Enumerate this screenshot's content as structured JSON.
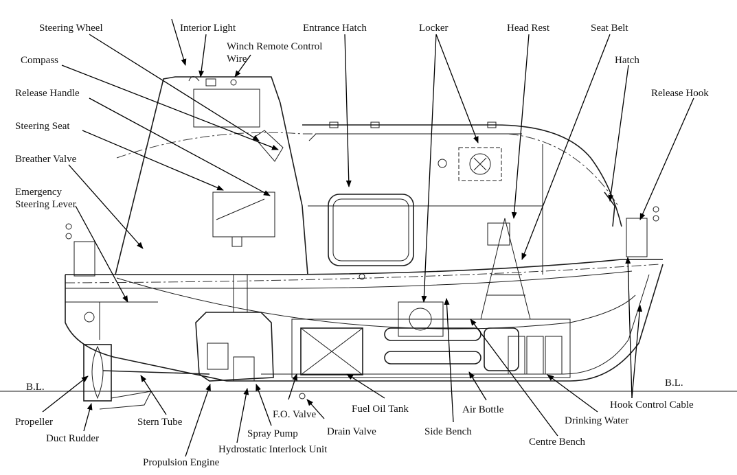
{
  "labels": {
    "steering_wheel": "Steering Wheel",
    "interior_light": "Interior Light",
    "winch_remote_line1": "Winch Remote Control",
    "winch_remote_line2": "Wire",
    "compass": "Compass",
    "entrance_hatch": "Entrance Hatch",
    "locker": "Locker",
    "head_rest": "Head Rest",
    "seat_belt": "Seat Belt",
    "hatch": "Hatch",
    "release_hook": "Release Hook",
    "release_handle": "Release Handle",
    "steering_seat": "Steering Seat",
    "breather_valve": "Breather Valve",
    "emergency_line1": "Emergency",
    "emergency_line2": "Steering Lever",
    "bl_left": "B.L.",
    "bl_right": "B.L.",
    "propeller": "Propeller",
    "duct_rudder": "Duct Rudder",
    "stern_tube": "Stern Tube",
    "propulsion_engine": "Propulsion Engine",
    "hydrostatic": "Hydrostatic Interlock Unit",
    "spray_pump": "Spray Pump",
    "fo_valve": "F.O. Valve",
    "drain_valve": "Drain Valve",
    "fuel_oil_tank": "Fuel Oil Tank",
    "air_bottle": "Air Bottle",
    "side_bench": "Side Bench",
    "centre_bench": "Centre Bench",
    "drinking_water": "Drinking Water",
    "hook_control_cable": "Hook Control Cable"
  },
  "colors": {
    "line": "#1a1a1a",
    "background": "#ffffff"
  }
}
